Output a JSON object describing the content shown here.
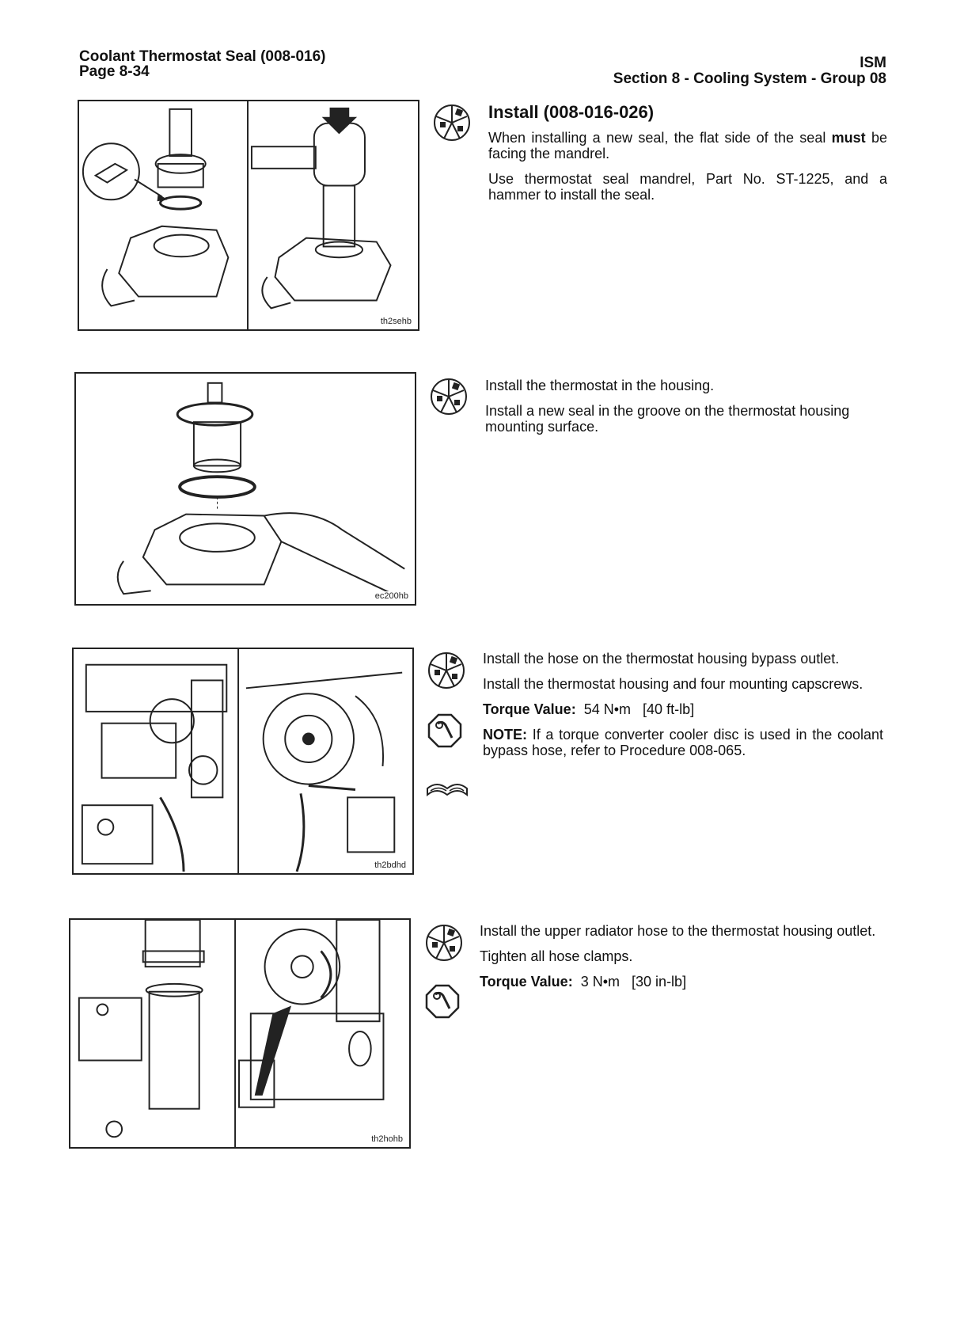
{
  "header": {
    "title": "Coolant Thermostat Seal (008-016)",
    "page": "Page 8-34",
    "manual": "ISM",
    "section": "Section 8 - Cooling System - Group 08"
  },
  "figures": [
    {
      "label": "th2sehb"
    },
    {
      "label": "ec200hb"
    },
    {
      "label": "th2bdhd"
    },
    {
      "label": "th2hohb"
    }
  ],
  "steps": [
    {
      "heading": "Install (008-016-026)",
      "p1_a": "When installing a new seal, the flat side of the seal ",
      "p1_b": "must",
      "p1_c": " be facing the mandrel.",
      "p2": "Use thermostat seal mandrel, Part No. ST-1225, and a hammer to install the seal."
    },
    {
      "p1": "Install the thermostat in the housing.",
      "p2": "Install a new seal in the groove on the thermostat housing mounting surface."
    },
    {
      "p1": "Install the hose on the thermostat housing bypass outlet.",
      "p2": "Install the thermostat housing and four mounting capscrews.",
      "torque_label": "Torque Value:",
      "torque_value": "54 N•m",
      "torque_imperial": "[40 ft-lb]",
      "note_label": "NOTE:",
      "note_text": " If a torque converter cooler disc is used in the coolant bypass hose, refer to Procedure 008-065."
    },
    {
      "p1": "Install the upper radiator hose to the thermostat housing outlet.",
      "p2": "Tighten all hose clamps.",
      "torque_label": "Torque Value:",
      "torque_value": "3 N•m",
      "torque_imperial": "[30 in-lb]"
    }
  ],
  "icons": {
    "install": "wrench-install-icon",
    "torque": "torque-wrench-icon",
    "note": "refer-book-icon"
  }
}
